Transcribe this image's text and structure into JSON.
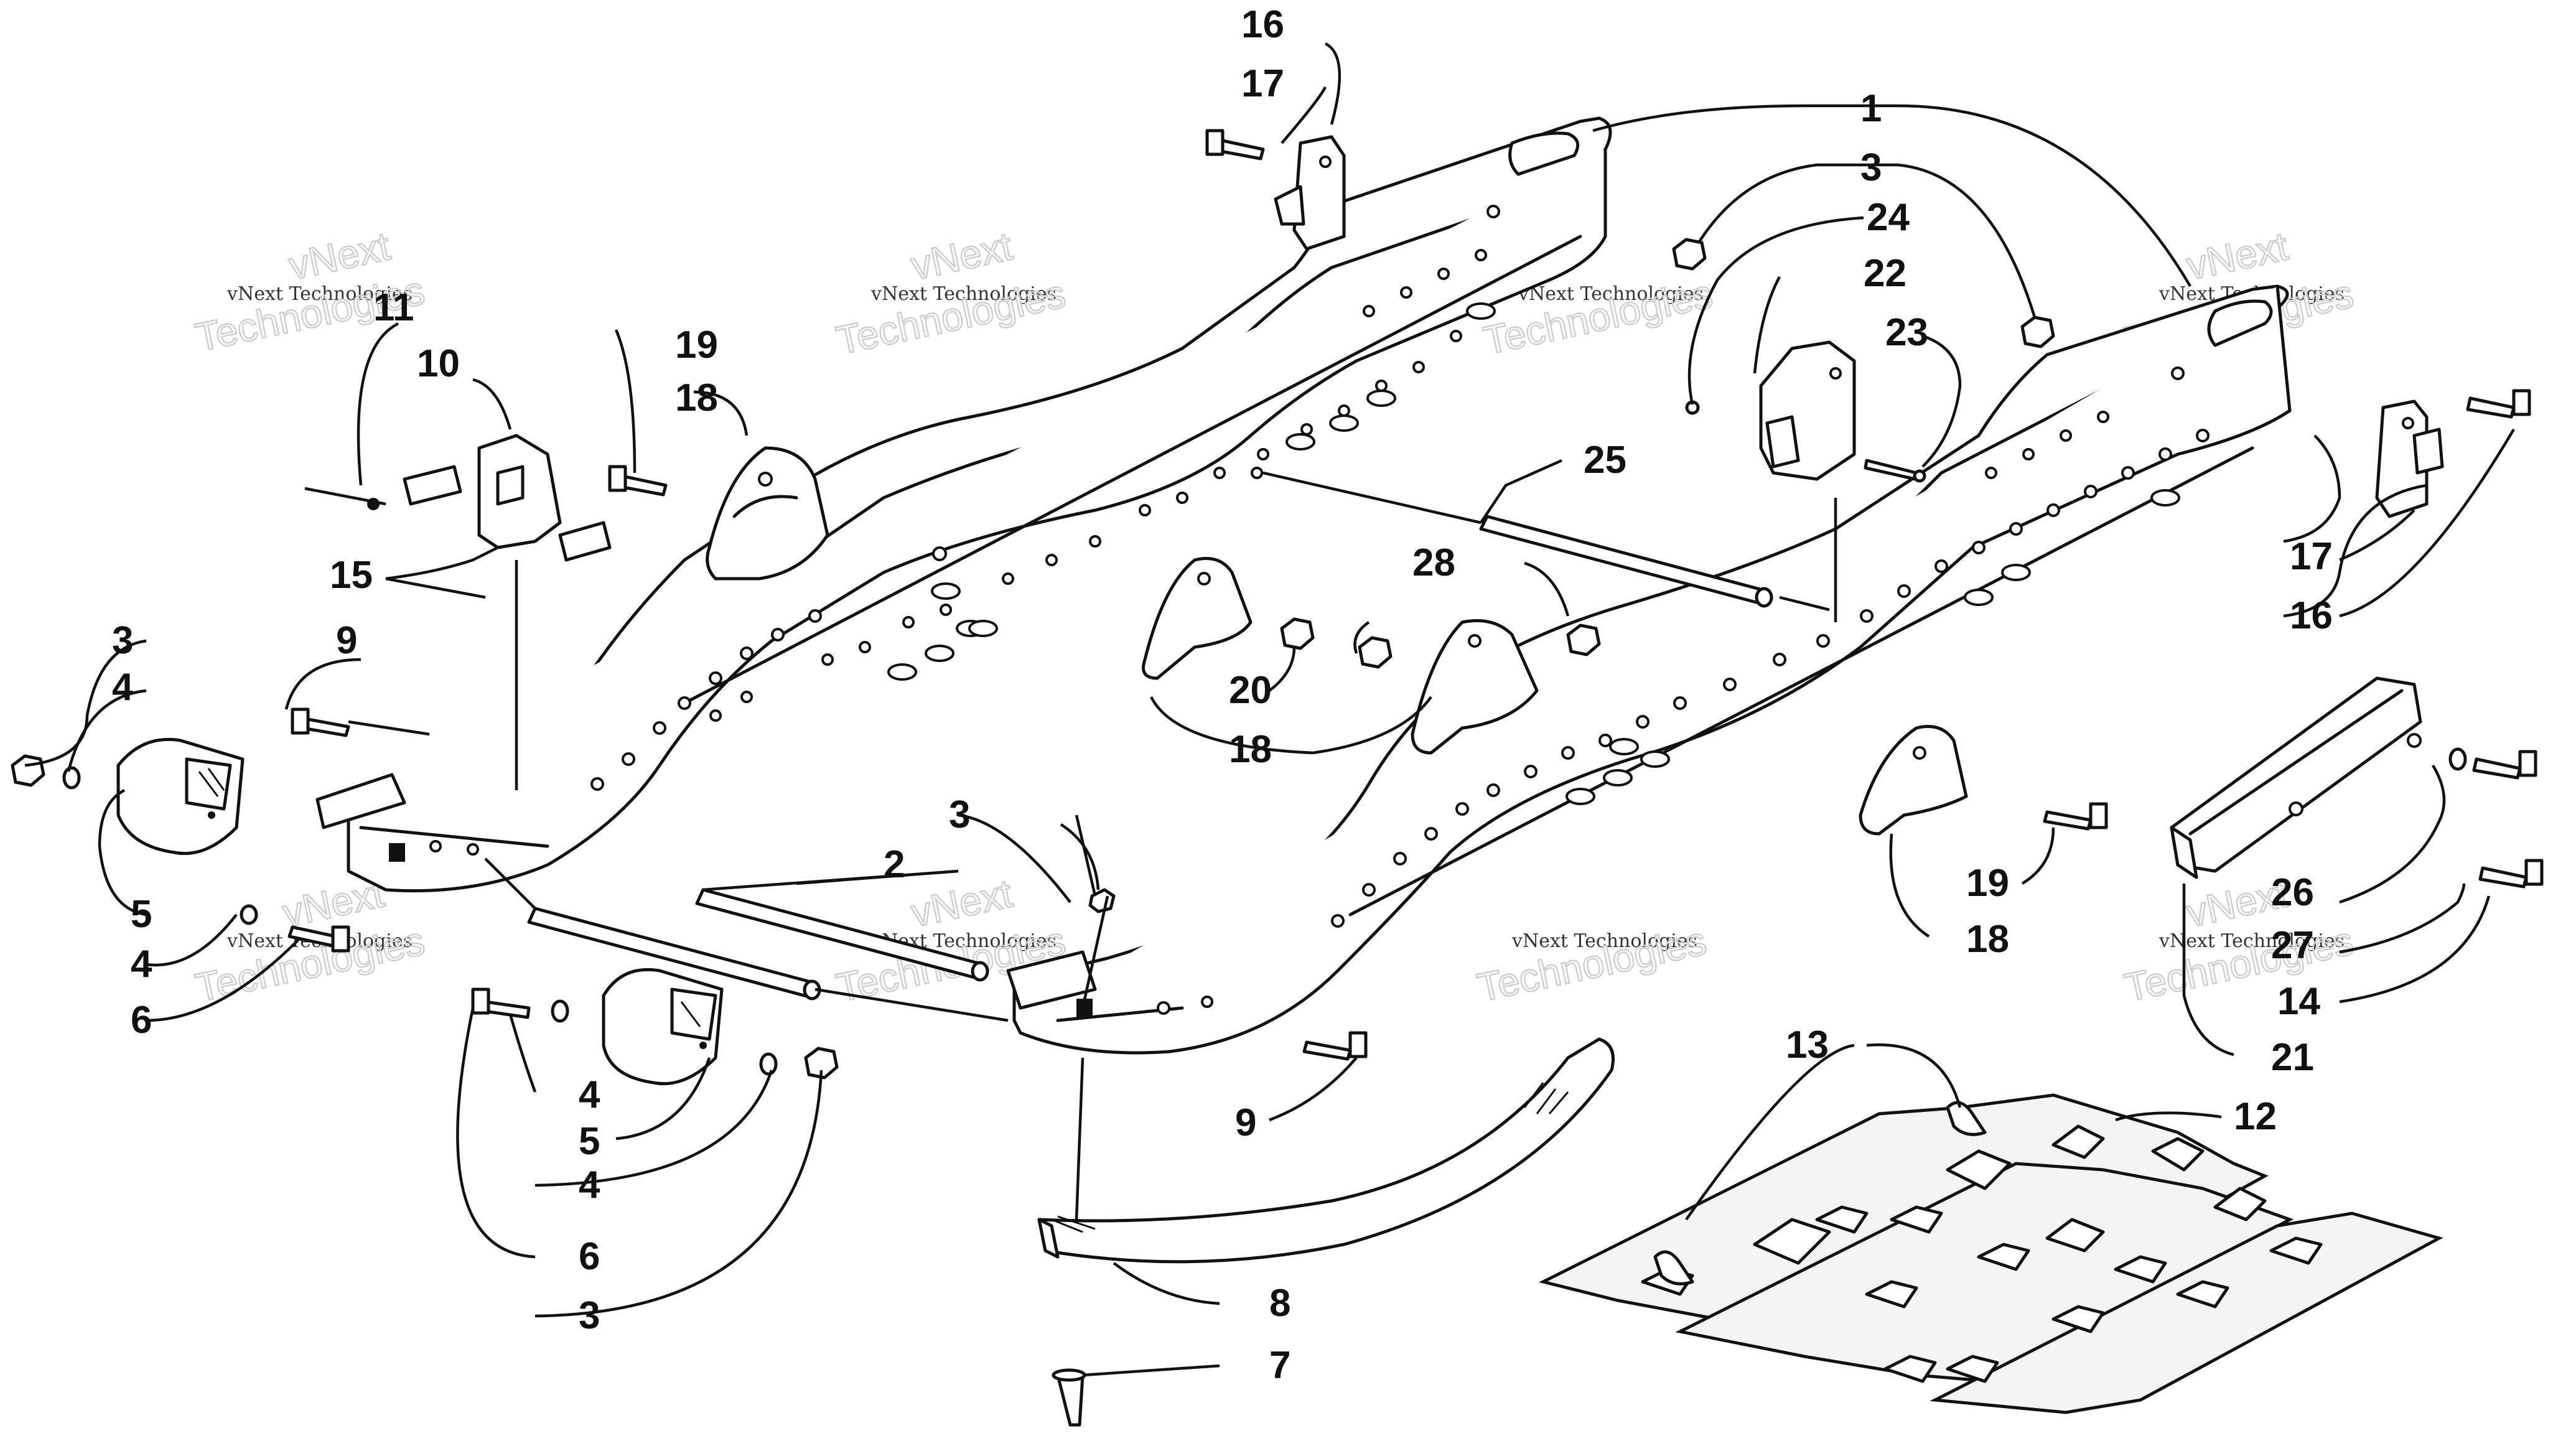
{
  "diagram": {
    "callouts": [
      {
        "id": "c1",
        "text": "1"
      },
      {
        "id": "c2",
        "text": "2"
      },
      {
        "id": "c3a",
        "text": "3"
      },
      {
        "id": "c3b",
        "text": "3"
      },
      {
        "id": "c3c",
        "text": "3"
      },
      {
        "id": "c3d",
        "text": "3"
      },
      {
        "id": "c4a",
        "text": "4"
      },
      {
        "id": "c4b",
        "text": "4"
      },
      {
        "id": "c4c",
        "text": "4"
      },
      {
        "id": "c4d",
        "text": "4"
      },
      {
        "id": "c5a",
        "text": "5"
      },
      {
        "id": "c5b",
        "text": "5"
      },
      {
        "id": "c6a",
        "text": "6"
      },
      {
        "id": "c6b",
        "text": "6"
      },
      {
        "id": "c7",
        "text": "7"
      },
      {
        "id": "c8",
        "text": "8"
      },
      {
        "id": "c9a",
        "text": "9"
      },
      {
        "id": "c9b",
        "text": "9"
      },
      {
        "id": "c10",
        "text": "10"
      },
      {
        "id": "c11",
        "text": "11"
      },
      {
        "id": "c12",
        "text": "12"
      },
      {
        "id": "c13",
        "text": "13"
      },
      {
        "id": "c14",
        "text": "14"
      },
      {
        "id": "c15",
        "text": "15"
      },
      {
        "id": "c16a",
        "text": "16"
      },
      {
        "id": "c16b",
        "text": "16"
      },
      {
        "id": "c17a",
        "text": "17"
      },
      {
        "id": "c17b",
        "text": "17"
      },
      {
        "id": "c18a",
        "text": "18"
      },
      {
        "id": "c18b",
        "text": "18"
      },
      {
        "id": "c18c",
        "text": "18"
      },
      {
        "id": "c19a",
        "text": "19"
      },
      {
        "id": "c19b",
        "text": "19"
      },
      {
        "id": "c20",
        "text": "20"
      },
      {
        "id": "c21",
        "text": "21"
      },
      {
        "id": "c22",
        "text": "22"
      },
      {
        "id": "c23",
        "text": "23"
      },
      {
        "id": "c24",
        "text": "24"
      },
      {
        "id": "c25",
        "text": "25"
      },
      {
        "id": "c26",
        "text": "26"
      },
      {
        "id": "c27",
        "text": "27"
      },
      {
        "id": "c28",
        "text": "28"
      }
    ],
    "watermark": {
      "line1": "vNext Technologies",
      "line2": "Technologies",
      "line3": "vNext"
    }
  }
}
